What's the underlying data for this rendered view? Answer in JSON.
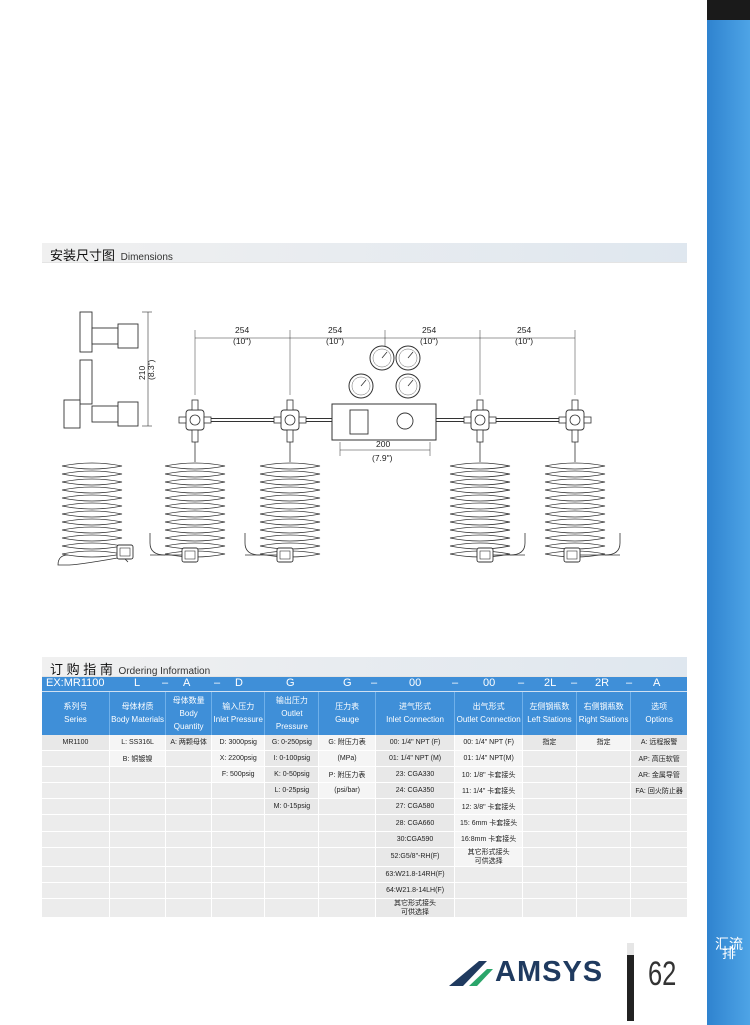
{
  "side_label": "汇流排",
  "page_number": "62",
  "brand": "AMSYS",
  "dimensions_section": {
    "title_cn": "安装尺寸图",
    "title_en": "Dimensions",
    "labels": {
      "d1": "254",
      "d1_in": "(10\")",
      "d2": "254",
      "d2_in": "(10\")",
      "d3": "254",
      "d3_in": "(10\")",
      "d4": "254",
      "d4_in": "(10\")",
      "height": "210",
      "height_in": "(8.3\")",
      "width": "200",
      "width_in": "(7.9\")"
    }
  },
  "ordering_section": {
    "title_cn": "订 购 指 南",
    "title_en": "Ordering Information",
    "code_row": [
      "EX:MR1100",
      "L",
      "–",
      "A",
      "–",
      "D",
      "G",
      "G",
      "–",
      "00",
      "–",
      "00",
      "–",
      "2L",
      "–",
      "2R",
      "–",
      "A"
    ],
    "headers": [
      {
        "cn": "系列号",
        "en": "Series"
      },
      {
        "cn": "母体材质",
        "en": "Body Materials"
      },
      {
        "cn": "母体数量",
        "en": "Body Quantity"
      },
      {
        "cn": "输入压力",
        "en": "Inlet Pressure"
      },
      {
        "cn": "输出压力",
        "en": "Outlet Pressure"
      },
      {
        "cn": "压力表",
        "en": "Gauge"
      },
      {
        "cn": "进气形式",
        "en": "Inlet Connection"
      },
      {
        "cn": "出气形式",
        "en": "Outlet Connection"
      },
      {
        "cn": "左侧钢瓶数",
        "en": "Left Stations"
      },
      {
        "cn": "右侧钢瓶数",
        "en": "Right Stations"
      },
      {
        "cn": "选项",
        "en": "Options"
      }
    ],
    "columns": {
      "series": [
        "MR1100"
      ],
      "materials": [
        "L: SS316L",
        "B: 铜镀镍"
      ],
      "quantity": [
        "A: 两颗母体"
      ],
      "inlet_pressure": [
        "D: 3000psig",
        "X: 2200psig",
        "F: 500psig"
      ],
      "outlet_pressure": [
        "G: 0-250psig",
        "I: 0-100psig",
        "K: 0-50psig",
        "L: 0-25psig",
        "M: 0-15psig"
      ],
      "gauge": [
        "G: 附压力表",
        "(MPa)",
        "P: 附压力表",
        "(psi/bar)"
      ],
      "inlet_connection": [
        "00: 1/4\" NPT (F)",
        "01: 1/4\" NPT (M)",
        "23: CGA330",
        "24: CGA350",
        "27: CGA580",
        "28: CGA660",
        "30:CGA590",
        "52:G5/8\"-RH(F)",
        "63:W21.8-14RH(F)",
        "64:W21.8-14LH(F)",
        "其它形式接头\n可供选择"
      ],
      "outlet_connection": [
        "00: 1/4\" NPT (F)",
        "01: 1/4\" NPT(M)",
        "10: 1/8\" 卡套接头",
        "11: 1/4\" 卡套接头",
        "12: 3/8\" 卡套接头",
        "15: 6mm 卡套接头",
        "16:8mm 卡套接头",
        "其它形式接头\n可供选择"
      ],
      "left_stations": [
        "指定"
      ],
      "right_stations": [
        "指定"
      ],
      "options": [
        "A: 远程报警",
        "AP: 高压软管",
        "AR: 金属导管",
        "FA: 回火防止器"
      ]
    }
  },
  "colors": {
    "table_header_blue": "#3f8fd8",
    "side_band_blue": "#3a8fd9",
    "logo_navy": "#1f3a5f",
    "logo_green": "#2aa56a"
  }
}
